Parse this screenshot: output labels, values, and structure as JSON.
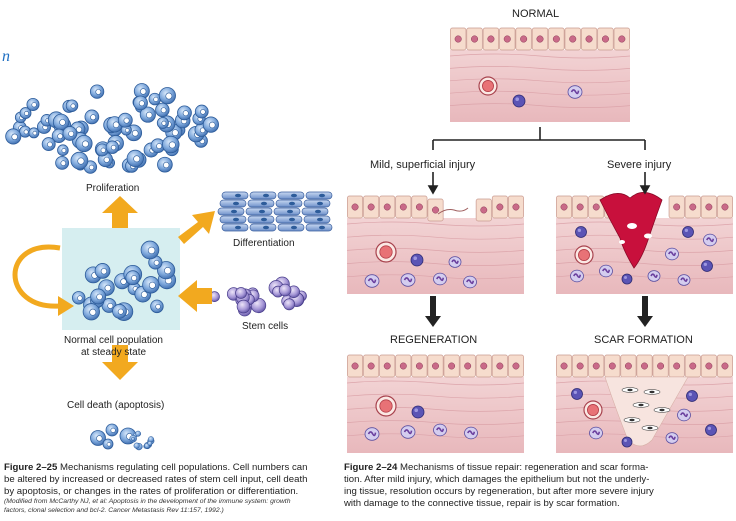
{
  "left_figure": {
    "title_fragment": "n",
    "labels": {
      "proliferation": "Proliferation",
      "differentiation": "Differentiation",
      "stem_cells": "Stem cells",
      "steady_state_1": "Normal cell population",
      "steady_state_2": "at steady state",
      "cell_death": "Cell death (apoptosis)"
    },
    "caption": {
      "number": "Figure 2–25",
      "line1": " Mechanisms regulating cell populations. Cell numbers can",
      "line2": "be altered by increased or decreased rates of stem cell input, cell death",
      "line3": "by apoptosis, or changes in the rates of proliferation or differentiation.",
      "note1": "(Modified from McCarthy NJ, et al: Apoptosis in the development of the immune system: growth",
      "note2": "factors, clonal selection and bcl-2. Cancer Metastasis Rev 11:157, 1992.)"
    }
  },
  "right_figure": {
    "labels": {
      "normal": "NORMAL",
      "mild": "Mild, superficial injury",
      "severe": "Severe injury",
      "regeneration": "REGENERATION",
      "scar": "SCAR FORMATION"
    },
    "caption": {
      "number": "Figure 2–24",
      "line1": " Mechanisms of tissue repair: regeneration and scar forma-",
      "line2": "tion. After mild injury, which damages the epithelium but not the underly-",
      "line3": "ing tissue, resolution occurs by regeneration, but after more severe injury",
      "line4": "with damage to the connective tissue, repair is by scar formation."
    }
  },
  "colors": {
    "arrow_orange": "#f2a91f",
    "cell_blue": "#6f9fd8",
    "cell_dark": "#2d5c9a",
    "steady_bg": "#d6eef0",
    "tissue_pink": "#eec2c5",
    "epi_cell": "#f6dccd",
    "scar_red": "#c8103c",
    "scar_pale": "#f7e4df"
  }
}
